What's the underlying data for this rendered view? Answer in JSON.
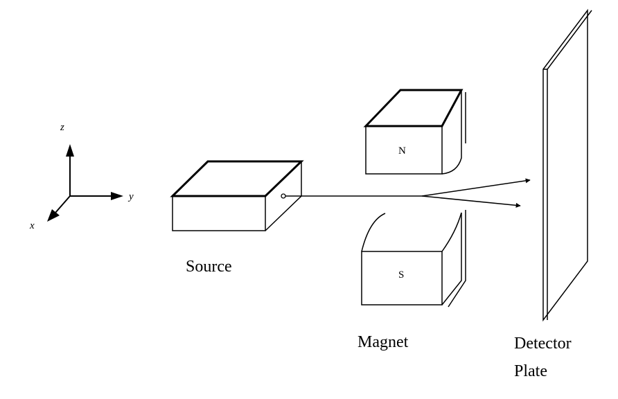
{
  "diagram": {
    "labels": {
      "source": "Source",
      "magnet": "Magnet",
      "detector_line1": "Detector",
      "detector_line2": "Plate",
      "north_pole": "N",
      "south_pole": "S"
    },
    "axes": {
      "x": "x",
      "y": "y",
      "z": "z"
    },
    "stroke_color": "#000000",
    "background": "#ffffff"
  }
}
